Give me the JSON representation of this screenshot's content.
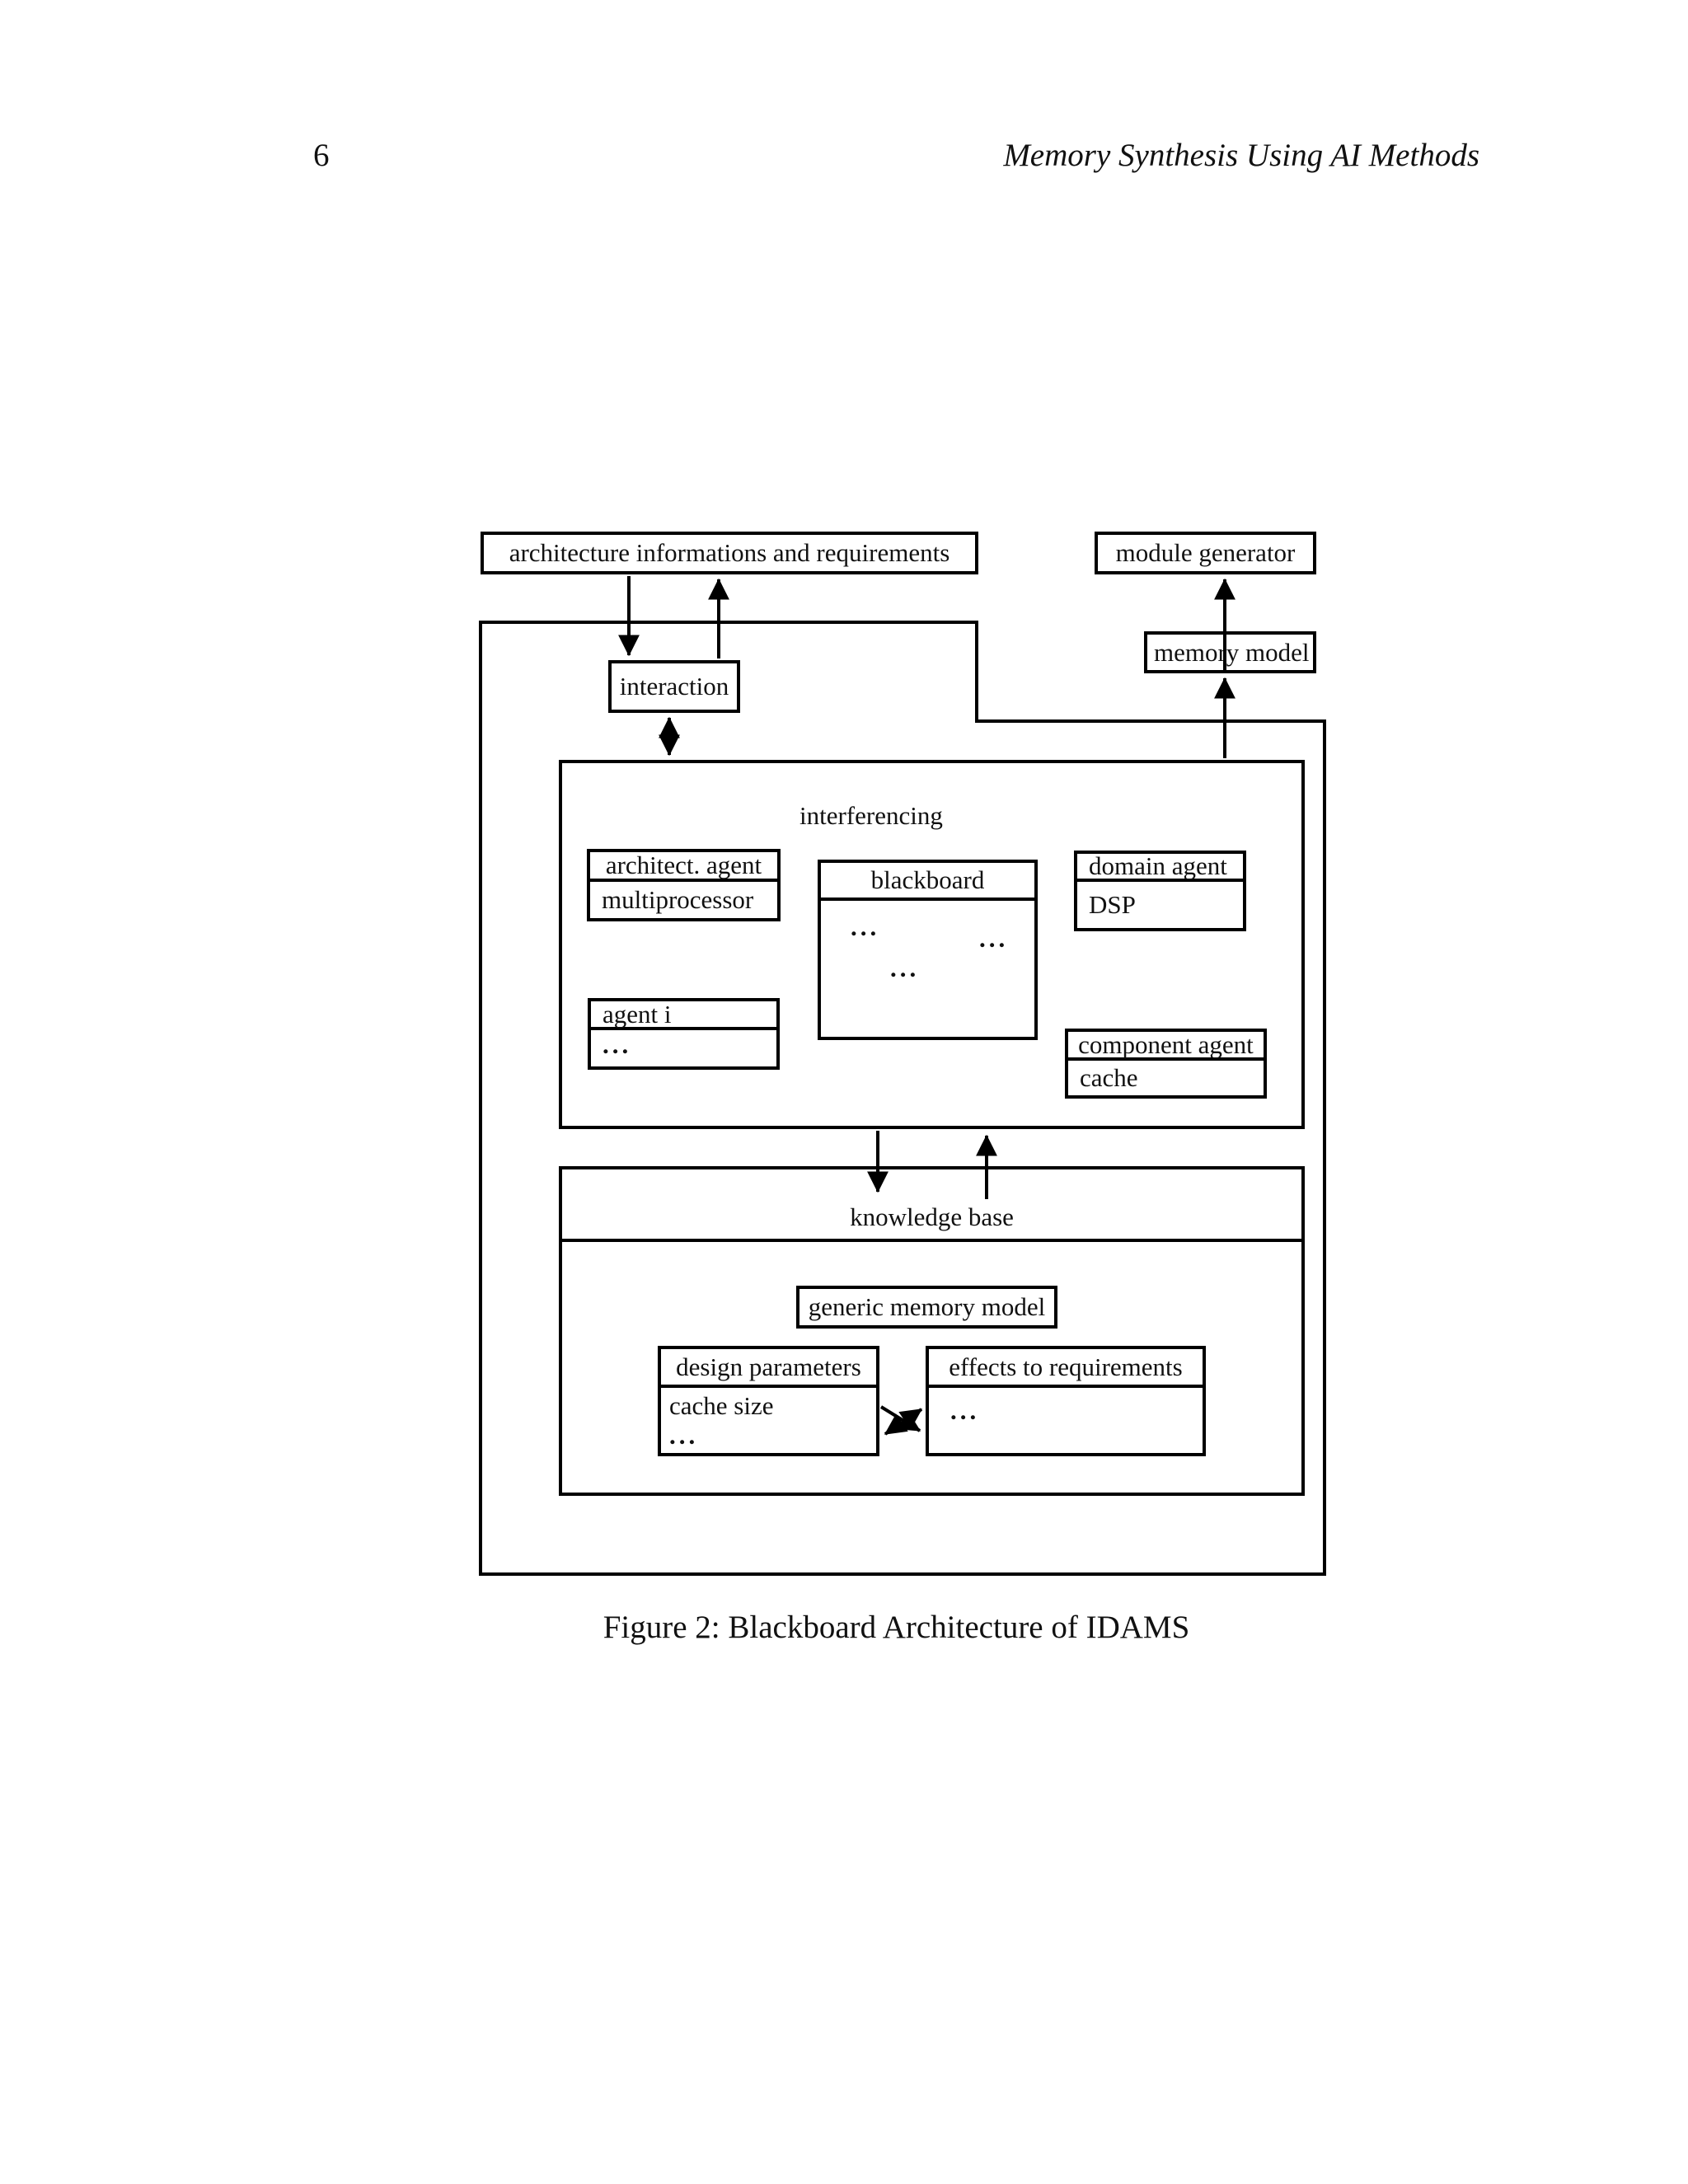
{
  "page_header": {
    "page_number": "6",
    "running_title": "Memory Synthesis Using AI Methods"
  },
  "diagram": {
    "architecture_info_label": "architecture informations and requirements",
    "module_generator_label": "module generator",
    "memory_model_label": "memory model",
    "interaction_label": "interaction",
    "interferencing": {
      "label": "interferencing",
      "architect_agent": {
        "title": "architect. agent",
        "body": "multiprocessor"
      },
      "blackboard": {
        "title": "blackboard",
        "dots": [
          "...",
          "...",
          "..."
        ]
      },
      "domain_agent": {
        "title": "domain agent",
        "body": "DSP"
      },
      "agent_i": {
        "title": "agent i",
        "body": "..."
      },
      "component_agent": {
        "title": "component agent",
        "body": "cache"
      }
    },
    "knowledge_base": {
      "label": "knowledge base",
      "generic_memory_model_label": "generic memory model",
      "design_parameters": {
        "title": "design parameters",
        "rows": [
          "cache size",
          "..."
        ]
      },
      "effects_to_requirements": {
        "title": "effects to requirements",
        "rows": [
          "..."
        ]
      }
    },
    "line_color": "#000000",
    "background_color": "#ffffff"
  },
  "caption": "Figure 2: Blackboard Architecture of IDAMS"
}
